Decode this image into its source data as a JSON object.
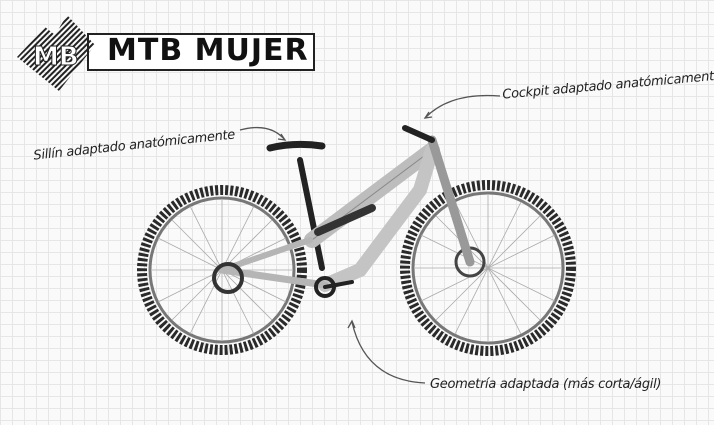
{
  "logo": {
    "text": "MTB MUJER"
  },
  "annotations": {
    "saddle": "Sillín adaptado anatómicamente",
    "cockpit": "Cockpit adaptado anatómicamente",
    "geometry": "Geometría adaptada (más corta/ágil)"
  }
}
